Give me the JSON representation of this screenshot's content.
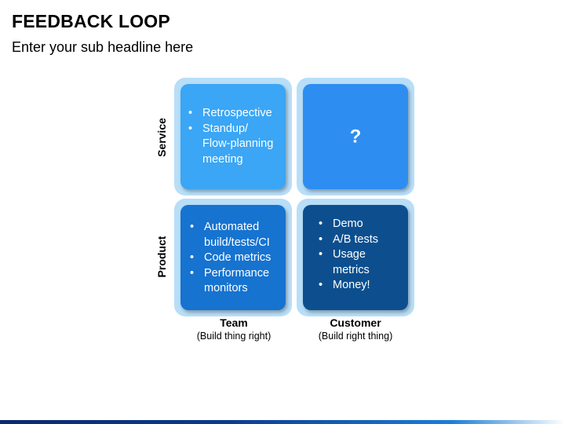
{
  "header": {
    "title": "FEEDBACK LOOP",
    "subtitle": "Enter your sub headline here"
  },
  "rows": {
    "service": "Service",
    "product": "Product"
  },
  "columns": {
    "team": {
      "label": "Team",
      "sub": "(Build thing right)"
    },
    "customer": {
      "label": "Customer",
      "sub": "(Build right thing)"
    }
  },
  "quadrants": {
    "service_team": {
      "color": "#3aa6f5",
      "items": [
        "Retrospective",
        "Standup/\nFlow-planning meeting"
      ]
    },
    "service_customer": {
      "color": "#2e8df0",
      "text": "?"
    },
    "product_team": {
      "color": "#1673d0",
      "items": [
        "Automated build/tests/CI",
        "Code metrics",
        "Performance monitors"
      ]
    },
    "product_customer": {
      "color": "#0d4f8e",
      "items": [
        "Demo",
        "A/B tests",
        "Usage metrics",
        "Money!"
      ]
    }
  },
  "colors": {
    "frame": "#b8def8"
  }
}
